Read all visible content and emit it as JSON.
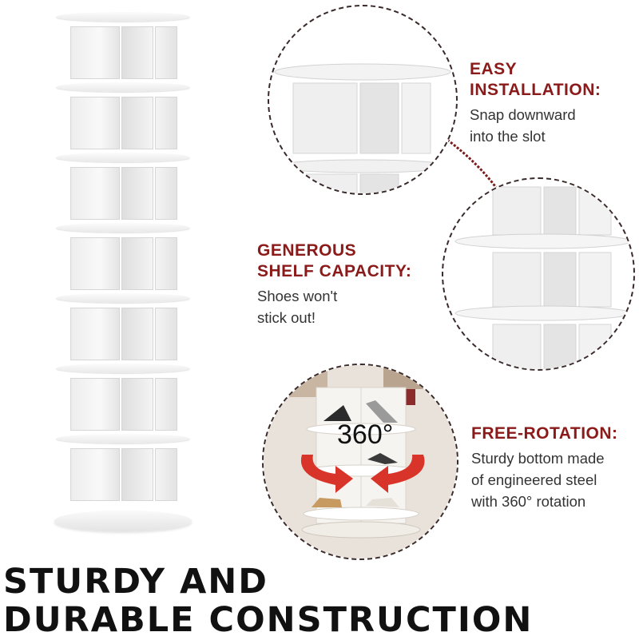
{
  "features": {
    "install": {
      "title": "EASY\nINSTALLATION:",
      "description": "Snap downward\ninto the slot"
    },
    "capacity": {
      "title": "GENEROUS\nSHELF CAPACITY:",
      "description": "Shoes won't\nstick out!"
    },
    "rotation": {
      "title": "FREE-ROTATION:",
      "description": "Sturdy bottom made\nof engineered steel\nwith 360°  rotation",
      "rotation_badge": "360°"
    }
  },
  "headline": "STURDY AND\nDURABLE CONSTRUCTION",
  "colors": {
    "feature_title": "#8b1a1a",
    "body_text": "#333333",
    "headline": "#111111",
    "rotation_arrow": "#d8342a"
  }
}
